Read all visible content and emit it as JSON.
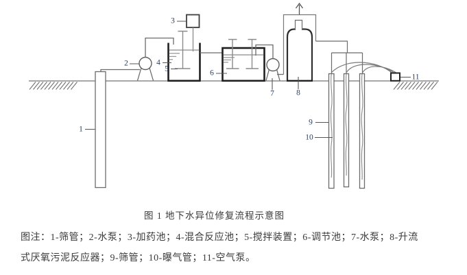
{
  "figure": {
    "caption": "图 1  地下水异位修复流程示意图",
    "legend_lines": [
      "图注：1-筛管；2-水泵；3-加药池；4-混合反应池；5-搅拌装置；6-调节池；7-水泵；8-升流",
      "式厌氧污泥反应器；9-筛管；10-曝气管；11-空气泵。"
    ]
  },
  "diagram": {
    "component_labels": [
      "1",
      "2",
      "3",
      "4",
      "5",
      "6",
      "7",
      "8",
      "9",
      "10",
      "11"
    ],
    "components": [
      {
        "num": "1",
        "name": "筛管"
      },
      {
        "num": "2",
        "name": "水泵"
      },
      {
        "num": "3",
        "name": "加药池"
      },
      {
        "num": "4",
        "name": "混合反应池"
      },
      {
        "num": "5",
        "name": "搅拌装置"
      },
      {
        "num": "6",
        "name": "调节池"
      },
      {
        "num": "7",
        "name": "水泵"
      },
      {
        "num": "8",
        "name": "升流式厌氧污泥反应器"
      },
      {
        "num": "9",
        "name": "筛管"
      },
      {
        "num": "10",
        "name": "曝气管"
      },
      {
        "num": "11",
        "name": "空气泵"
      }
    ],
    "colors": {
      "thin_line": "#6b6b6b",
      "bold_line": "#1f1f1f",
      "light_line": "#8a8a8a",
      "ground": "#8c8c8c",
      "label_text": "#2c3e5d",
      "body_text": "#3a3a3a"
    }
  }
}
